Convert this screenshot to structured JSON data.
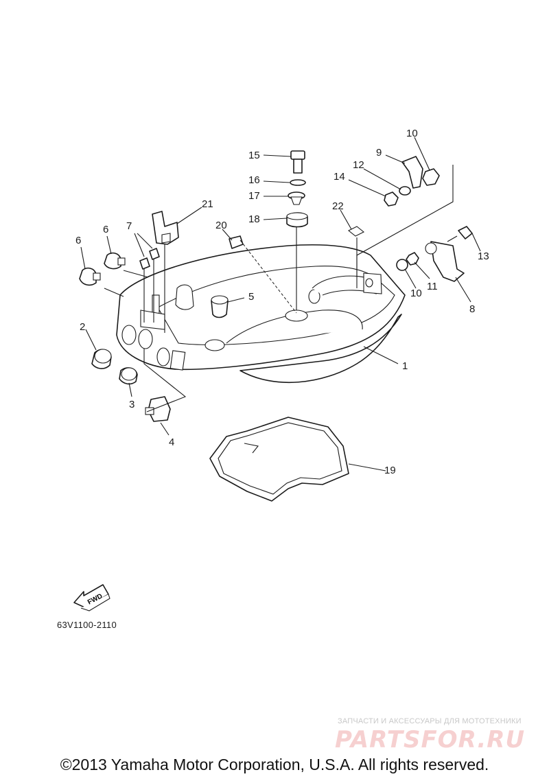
{
  "diagram": {
    "callouts": {
      "c1": "1",
      "c2": "2",
      "c3": "3",
      "c4": "4",
      "c5": "5",
      "c6a": "6",
      "c6b": "6",
      "c7": "7",
      "c8": "8",
      "c9": "9",
      "c10a": "10",
      "c10b": "10",
      "c11": "11",
      "c12": "12",
      "c13": "13",
      "c14": "14",
      "c15": "15",
      "c16": "16",
      "c17": "17",
      "c18": "18",
      "c19": "19",
      "c20": "20",
      "c21": "21",
      "c22": "22"
    },
    "fwd_label": "FWD",
    "code": "63V1100-2110"
  },
  "watermark": {
    "caption": "ЗАПЧАСТИ И АКСЕССУАРЫ ДЛЯ МОТОТЕХНИКИ",
    "logo": "PARTSFOR.RU"
  },
  "footer": {
    "copyright": "©2013 Yamaha Motor Corporation, U.S.A. All rights reserved."
  },
  "colors": {
    "ink": "#1a1a1a",
    "watermark": "#e67878"
  }
}
